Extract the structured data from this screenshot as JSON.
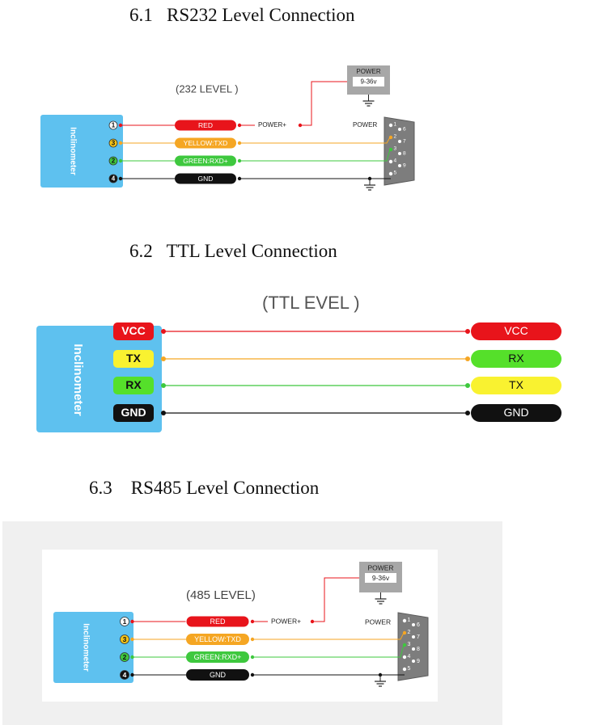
{
  "sections": {
    "rs232": {
      "title": "6.1   RS232 Level Connection",
      "level_label": "(232 LEVEL )",
      "device": "Inclinometer",
      "power_box": [
        "POWER",
        "9-36v"
      ],
      "power_plus": "POWER+",
      "power_label": "POWER",
      "pins": [
        "1",
        "3",
        "2",
        "4"
      ],
      "wires": [
        "RED",
        "YELLOW:TXD",
        "GREEN:RXD+",
        "GND"
      ],
      "db9_pins": [
        "1",
        "2",
        "3",
        "4",
        "5",
        "6",
        "7",
        "8",
        "9"
      ]
    },
    "ttl": {
      "title": "6.2   TTL Level Connection",
      "level_label": "(TTL  EVEL )",
      "device": "Inclinometer",
      "left_labels": [
        "VCC",
        "TX",
        "RX",
        "GND"
      ],
      "right_labels": [
        "VCC",
        "RX",
        "TX",
        "GND"
      ]
    },
    "rs485": {
      "title": "6.3    RS485 Level Connection",
      "level_label": "(485 LEVEL)",
      "device": "Inclinometer",
      "power_box": [
        "POWER",
        "9-36v"
      ],
      "power_plus": "POWER+",
      "power_label": "POWER",
      "pins": [
        "1",
        "3",
        "2",
        "4"
      ],
      "wires": [
        "RED",
        "YELLOW:TXD",
        "GREEN:RXD+",
        "GND"
      ],
      "db9_pins": [
        "1",
        "2",
        "3",
        "4",
        "5",
        "6",
        "7",
        "8",
        "9"
      ]
    }
  },
  "colors": {
    "device": "#5ec1ef",
    "red": "#e8141b",
    "yellow": "#f5a623",
    "green": "#3ec83e",
    "black": "#111111",
    "lime": "#55e02a",
    "ttl_yellow": "#f9f230"
  }
}
